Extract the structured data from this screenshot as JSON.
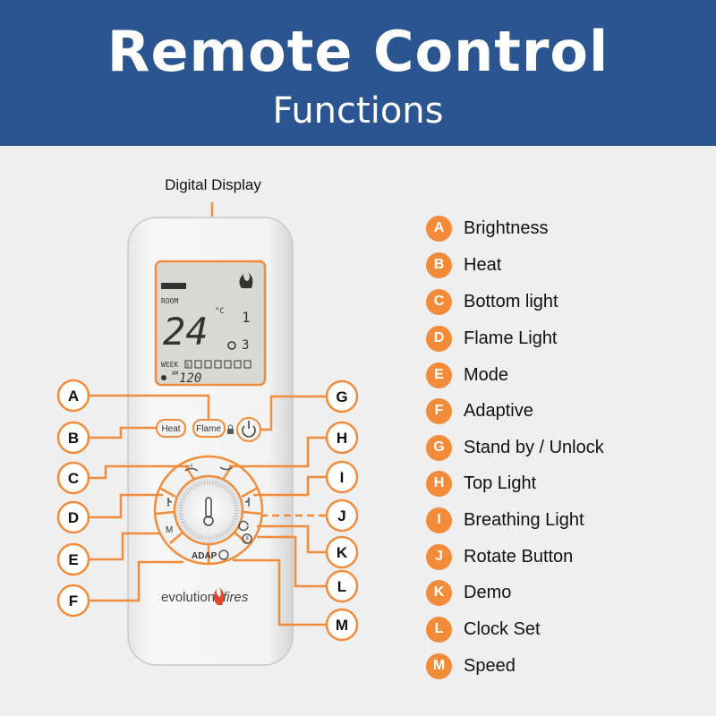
{
  "header": {
    "title": "Remote Control",
    "subtitle": "Functions",
    "background": "#2a5590"
  },
  "callout": {
    "digital_display": "Digital Display"
  },
  "lcd": {
    "adaptive": "ADAPTIVE",
    "room": "ROOM",
    "temp": "24",
    "unit": "°C",
    "level1": "1",
    "level2": "3",
    "week": "WEEK",
    "week_day": "5",
    "am": "AM",
    "time": "120"
  },
  "remote": {
    "heat_button": "Heat",
    "flame_button": "Flame",
    "mode_button": "M",
    "adap_button": "ADAP",
    "brand": "evolution",
    "brand_suffix": "fires"
  },
  "markers": [
    "A",
    "B",
    "C",
    "D",
    "E",
    "F",
    "G",
    "H",
    "I",
    "J",
    "K",
    "L",
    "M"
  ],
  "legend": [
    {
      "letter": "A",
      "label": "Brightness"
    },
    {
      "letter": "B",
      "label": "Heat"
    },
    {
      "letter": "C",
      "label": "Bottom light"
    },
    {
      "letter": "D",
      "label": "Flame Light"
    },
    {
      "letter": "E",
      "label": "Mode"
    },
    {
      "letter": "F",
      "label": "Adaptive"
    },
    {
      "letter": "G",
      "label": "Stand by / Unlock"
    },
    {
      "letter": "H",
      "label": "Top Light"
    },
    {
      "letter": "I",
      "label": "Breathing Light"
    },
    {
      "letter": "J",
      "label": "Rotate Button"
    },
    {
      "letter": "K",
      "label": "Demo"
    },
    {
      "letter": "L",
      "label": "Clock Set"
    },
    {
      "letter": "M",
      "label": "Speed"
    }
  ],
  "colors": {
    "accent": "#f28c3a",
    "header": "#2a5590",
    "lcd": "#d9d9d3"
  }
}
